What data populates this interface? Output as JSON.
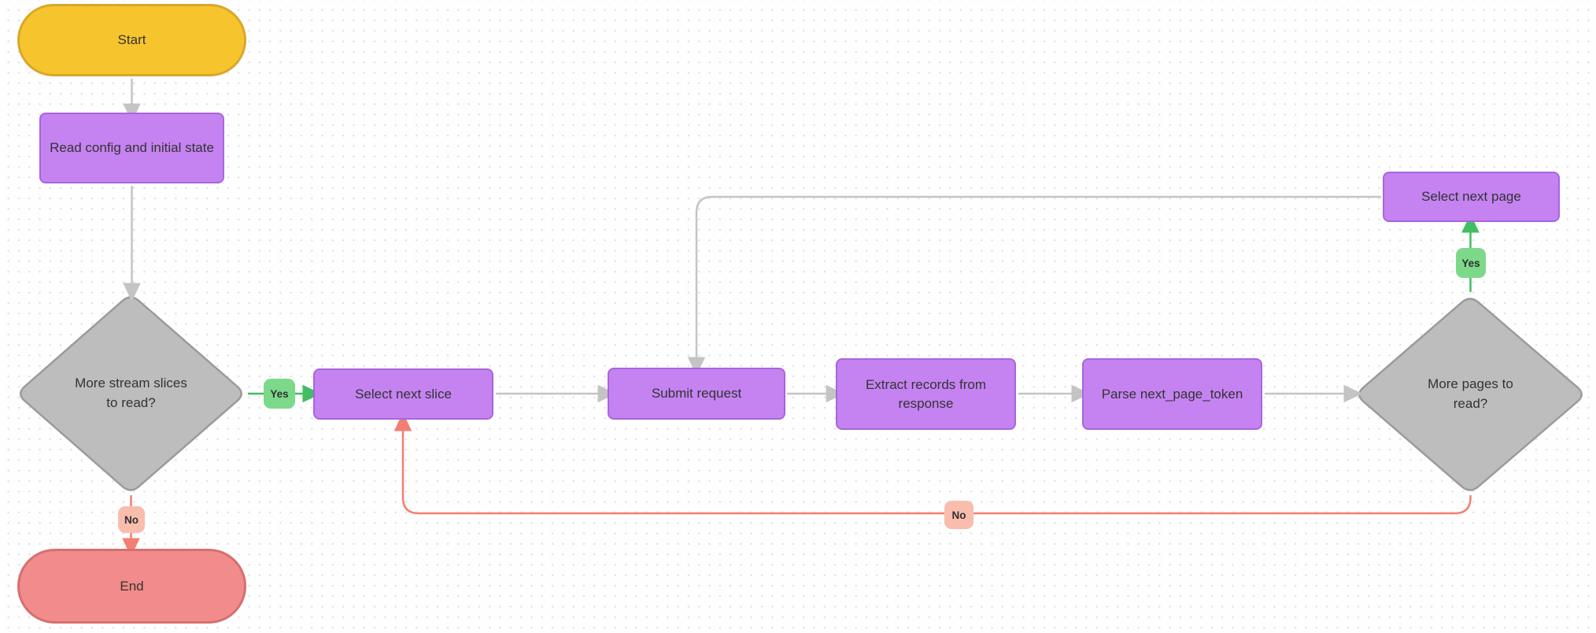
{
  "diagram": {
    "nodes": {
      "start": {
        "label": "Start",
        "type": "terminator"
      },
      "read_config": {
        "label": "Read config and initial state",
        "type": "process"
      },
      "more_slices": {
        "label": "More stream slices to read?",
        "type": "decision"
      },
      "select_slice": {
        "label": "Select next slice",
        "type": "process"
      },
      "submit_request": {
        "label": "Submit request",
        "type": "process"
      },
      "extract_records": {
        "label": "Extract records from response",
        "type": "process"
      },
      "parse_token": {
        "label": "Parse next_page_token",
        "type": "process"
      },
      "more_pages": {
        "label": "More pages to read?",
        "type": "decision"
      },
      "select_page": {
        "label": "Select next page",
        "type": "process"
      },
      "end": {
        "label": "End",
        "type": "terminator"
      }
    },
    "edges": [
      {
        "from": "start",
        "to": "read_config",
        "label": ""
      },
      {
        "from": "read_config",
        "to": "more_slices",
        "label": ""
      },
      {
        "from": "more_slices",
        "to": "select_slice",
        "label": "Yes"
      },
      {
        "from": "select_slice",
        "to": "submit_request",
        "label": ""
      },
      {
        "from": "submit_request",
        "to": "extract_records",
        "label": ""
      },
      {
        "from": "extract_records",
        "to": "parse_token",
        "label": ""
      },
      {
        "from": "parse_token",
        "to": "more_pages",
        "label": ""
      },
      {
        "from": "more_pages",
        "to": "select_page",
        "label": "Yes"
      },
      {
        "from": "select_page",
        "to": "submit_request",
        "label": ""
      },
      {
        "from": "more_pages",
        "to": "select_slice",
        "label": "No"
      },
      {
        "from": "more_slices",
        "to": "end",
        "label": "No"
      }
    ],
    "edge_labels": {
      "more_slices_yes": "Yes",
      "more_pages_yes": "Yes",
      "more_pages_no": "No",
      "more_slices_no": "No"
    },
    "colors": {
      "background": "#fefefe",
      "grid_dot": "#e2e2e2",
      "node_purple_fill": "#c583f1",
      "node_purple_border": "#a965dc",
      "start_fill": "#f6c52e",
      "start_border": "#d9a62a",
      "end_fill": "#f28b8b",
      "end_border": "#d66f6f",
      "diamond_fill": "#bdbdbd",
      "diamond_border": "#9b9b9b",
      "label_yes_fill": "#7cd98a",
      "label_no_fill": "#f9bdae",
      "edge_gray": "#c4c4c4",
      "edge_green": "#41bd62",
      "edge_red": "#f47e71",
      "text": "#333333"
    }
  }
}
